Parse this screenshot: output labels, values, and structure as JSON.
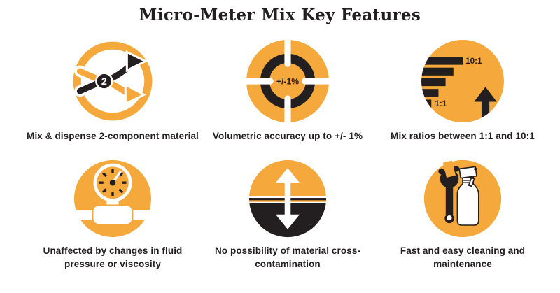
{
  "page": {
    "title": "Micro-Meter Mix Key Features"
  },
  "colors": {
    "brand_orange": "#F5A83B",
    "ink_black": "#231F20",
    "background": "#FFFFFF"
  },
  "features": [
    {
      "id": "mix-dispense",
      "icon": "merge-arrows-icon",
      "badge": "2",
      "caption": "Mix & dispense 2-component material"
    },
    {
      "id": "volumetric-accuracy",
      "icon": "crosshair-accuracy-icon",
      "icon_label": "+/-1%",
      "caption": "Volumetric accuracy up to +/- 1%"
    },
    {
      "id": "mix-ratios",
      "icon": "ratio-bars-icon",
      "label_top": "10:1",
      "label_bottom": "1:1",
      "caption": "Mix ratios between 1:1 and 10:1"
    },
    {
      "id": "pressure-viscosity",
      "icon": "pressure-gauge-icon",
      "caption": "Unaffected by changes in fluid\npressure or viscosity"
    },
    {
      "id": "no-cross-contamination",
      "icon": "double-arrow-separation-icon",
      "caption": "No possibility of material cross-\ncontamination"
    },
    {
      "id": "easy-cleaning",
      "icon": "wrench-spray-bottle-icon",
      "caption": "Fast and easy cleaning and\nmaintenance"
    }
  ]
}
